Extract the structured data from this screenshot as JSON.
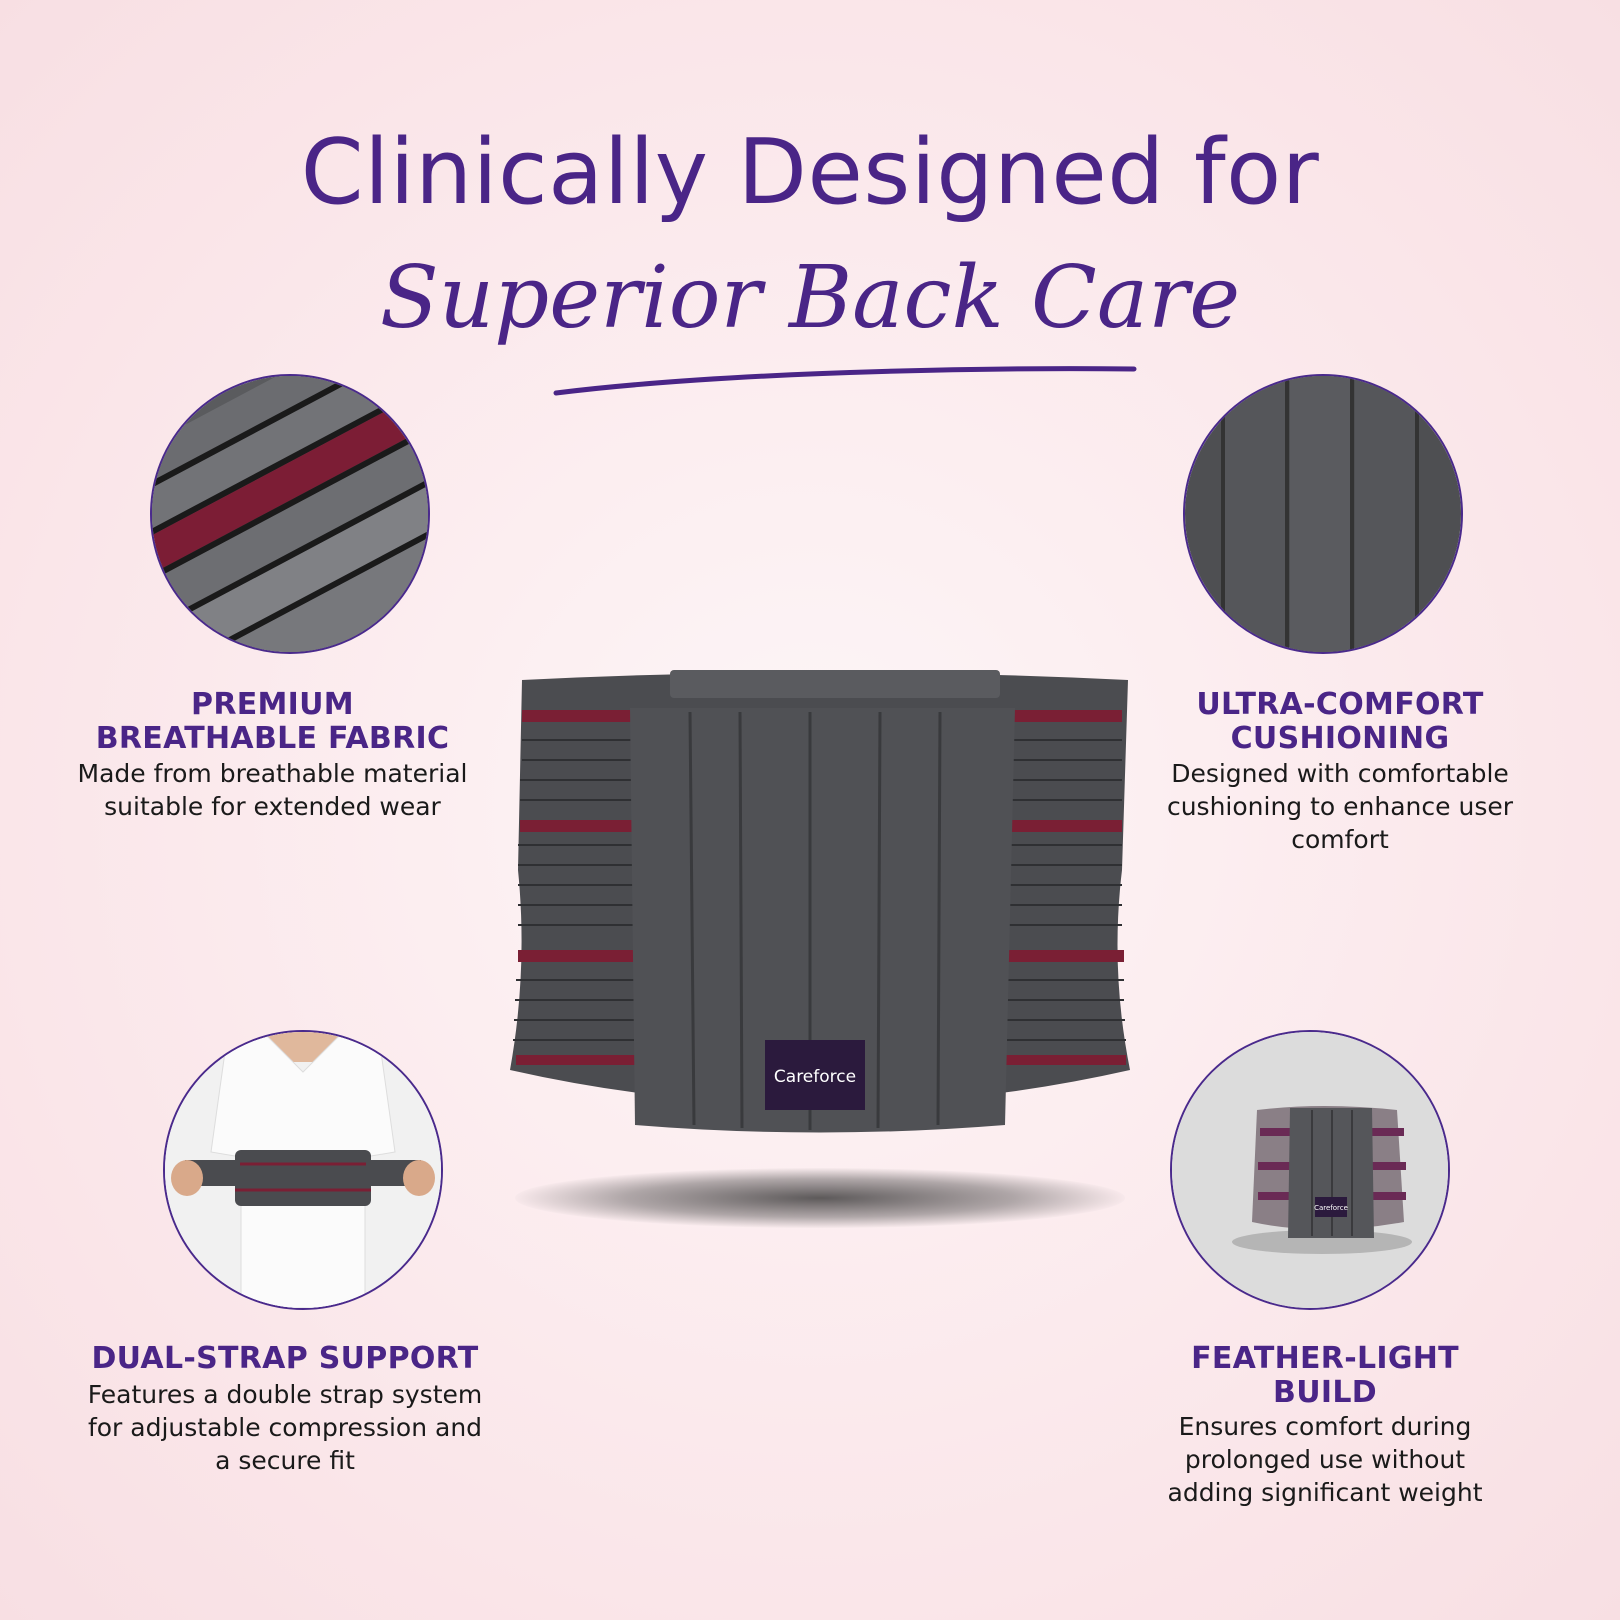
{
  "headline": {
    "line1": "Clinically Designed for",
    "line2": "Superior Back Care"
  },
  "product": {
    "brand_label": "Careforce",
    "small_brand_label": "Careforce"
  },
  "features": {
    "top_left": {
      "title": "PREMIUM BREATHABLE FABRIC",
      "description": "Made from breathable material suitable for extended wear"
    },
    "top_right": {
      "title": "ULTRA-COMFORT CUSHIONING",
      "description": "Designed with comfortable cushioning to enhance user comfort"
    },
    "bottom_left": {
      "title": "DUAL-STRAP SUPPORT",
      "description": "Features a double strap system for adjustable compression and a secure fit"
    },
    "bottom_right": {
      "title": "FEATHER-LIGHT BUILD",
      "description": "Ensures comfort during prolonged use without adding significant weight"
    }
  },
  "colors": {
    "accent": "#4a2587",
    "belt_gray": "#4a4b4f",
    "belt_stripe": "#7a1f34"
  }
}
